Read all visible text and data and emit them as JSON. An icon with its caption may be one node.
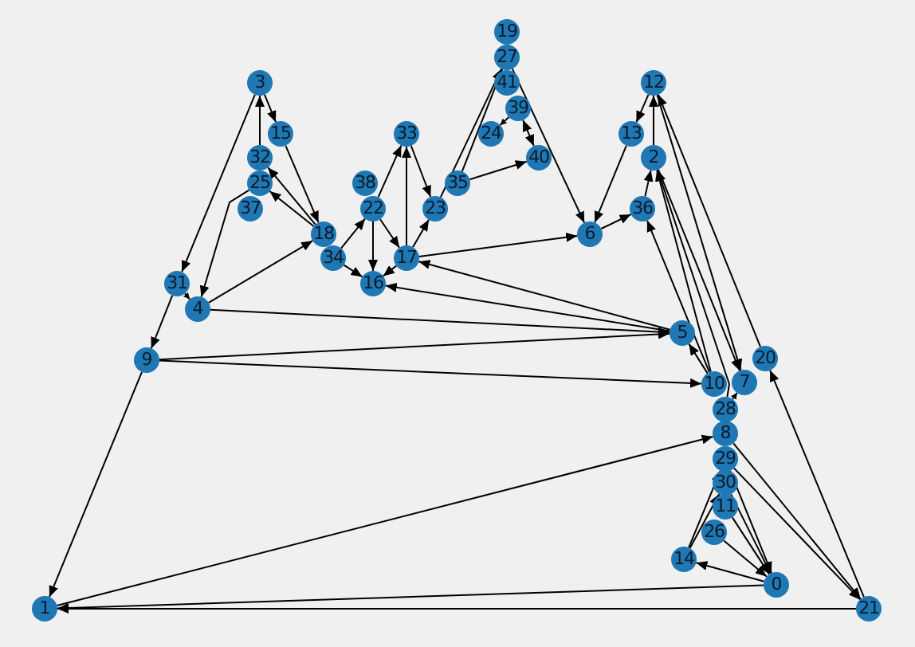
{
  "diagram": {
    "nodes": [
      {
        "text": [
          "0"
        ]
      },
      {
        "text": [
          "1"
        ]
      },
      {
        "text": [
          "2"
        ]
      },
      {
        "text": [
          "3"
        ]
      },
      {
        "text": [
          "4"
        ]
      },
      {
        "text": [
          "5"
        ]
      },
      {
        "text": [
          "6"
        ]
      },
      {
        "text": [
          "7"
        ]
      },
      {
        "text": [
          "8"
        ]
      },
      {
        "text": [
          "9"
        ]
      },
      {
        "text": [
          "10"
        ]
      },
      {
        "text": [
          "11"
        ]
      },
      {
        "text": [
          "12"
        ]
      },
      {
        "text": [
          "13"
        ]
      },
      {
        "text": [
          "14"
        ]
      },
      {
        "text": [
          "15"
        ]
      },
      {
        "text": [
          "16"
        ]
      },
      {
        "text": [
          "17"
        ]
      },
      {
        "text": [
          "18"
        ]
      },
      {
        "text": [
          "19"
        ]
      },
      {
        "text": [
          "20"
        ]
      },
      {
        "text": [
          "21"
        ]
      },
      {
        "text": [
          "22"
        ]
      },
      {
        "text": [
          "23"
        ]
      },
      {
        "text": [
          "24"
        ]
      },
      {
        "text": [
          "25"
        ]
      },
      {
        "text": [
          "26"
        ]
      },
      {
        "text": [
          "27"
        ]
      },
      {
        "text": [
          "28"
        ]
      },
      {
        "text": [
          "29"
        ]
      },
      {
        "text": [
          "30"
        ]
      },
      {
        "text": [
          "31"
        ]
      },
      {
        "text": [
          "32"
        ]
      },
      {
        "text": [
          "33"
        ]
      },
      {
        "text": [
          "34"
        ]
      },
      {
        "text": [
          "35"
        ]
      },
      {
        "text": [
          "36"
        ]
      },
      {
        "text": [
          "37"
        ]
      },
      {
        "text": [
          "38"
        ]
      },
      {
        "text": [
          "39"
        ]
      },
      {
        "text": [
          "40"
        ]
      },
      {
        "text": [
          "41"
        ]
      }
    ],
    "edges": [
      {
        "from": 32,
        "to": 3,
        "arrow": "to"
      },
      {
        "from": 3,
        "to": 15,
        "arrow": "to"
      },
      {
        "from": 15,
        "to": 18,
        "arrow": "to"
      },
      {
        "from": 3,
        "to": 31,
        "arrow": "to"
      },
      {
        "from": 25,
        "to": 4,
        "arrow": "to"
      },
      {
        "from": 18,
        "to": 32,
        "arrow": "to"
      },
      {
        "from": 18,
        "to": 25,
        "arrow": "to"
      },
      {
        "from": 4,
        "to": 18,
        "arrow": "to"
      },
      {
        "from": 31,
        "to": 4,
        "arrow": "to"
      },
      {
        "from": 31,
        "to": 9,
        "arrow": "to"
      },
      {
        "from": 9,
        "to": 1,
        "arrow": "to"
      },
      {
        "from": 34,
        "to": 22,
        "arrow": "to"
      },
      {
        "from": 34,
        "to": 16,
        "arrow": "to"
      },
      {
        "from": 22,
        "to": 16,
        "arrow": "to"
      },
      {
        "from": 22,
        "to": 17,
        "arrow": "to"
      },
      {
        "from": 22,
        "to": 33,
        "arrow": "to"
      },
      {
        "from": 17,
        "to": 33,
        "arrow": "to"
      },
      {
        "from": 33,
        "to": 23,
        "arrow": "to"
      },
      {
        "from": 17,
        "to": 23,
        "arrow": "to"
      },
      {
        "from": 17,
        "to": 16,
        "arrow": "to"
      },
      {
        "from": 5,
        "to": 17,
        "arrow": "to"
      },
      {
        "from": 5,
        "to": 16,
        "arrow": "to"
      },
      {
        "from": 17,
        "to": 6,
        "arrow": "to"
      },
      {
        "from": 4,
        "to": 5,
        "arrow": "to"
      },
      {
        "from": 9,
        "to": 5,
        "arrow": "to"
      },
      {
        "from": 9,
        "to": 10,
        "arrow": "to"
      },
      {
        "from": 23,
        "to": 27,
        "arrow": "to"
      },
      {
        "from": 35,
        "to": 27,
        "arrow": "to"
      },
      {
        "from": 39,
        "to": 24,
        "arrow": "to"
      },
      {
        "from": 39,
        "to": 40,
        "arrow": "both"
      },
      {
        "from": 35,
        "to": 40,
        "arrow": "to"
      },
      {
        "from": 27,
        "to": 6,
        "arrow": "to"
      },
      {
        "from": 13,
        "to": 6,
        "arrow": "to"
      },
      {
        "from": 6,
        "to": 36,
        "arrow": "to"
      },
      {
        "from": 12,
        "to": 13,
        "arrow": "to"
      },
      {
        "from": 2,
        "to": 12,
        "arrow": "to"
      },
      {
        "from": 36,
        "to": 2,
        "arrow": "to"
      },
      {
        "from": 10,
        "to": 36,
        "arrow": "to"
      },
      {
        "from": 10,
        "to": 2,
        "arrow": "to"
      },
      {
        "from": 28,
        "to": 2,
        "arrow": "to"
      },
      {
        "from": 2,
        "to": 7,
        "arrow": "to"
      },
      {
        "from": 12,
        "to": 7,
        "arrow": "to"
      },
      {
        "from": 20,
        "to": 12,
        "arrow": "to"
      },
      {
        "from": 28,
        "to": 7,
        "arrow": "to"
      },
      {
        "from": 21,
        "to": 20,
        "arrow": "to"
      },
      {
        "from": 8,
        "to": 21,
        "arrow": "to"
      },
      {
        "from": 29,
        "to": 21,
        "arrow": "to"
      },
      {
        "from": 14,
        "to": 29,
        "arrow": "to"
      },
      {
        "from": 14,
        "to": 30,
        "arrow": "to"
      },
      {
        "from": 0,
        "to": 14,
        "arrow": "to"
      },
      {
        "from": 26,
        "to": 0,
        "arrow": "to"
      },
      {
        "from": 11,
        "to": 0,
        "arrow": "to"
      },
      {
        "from": 30,
        "to": 0,
        "arrow": "to"
      },
      {
        "from": 29,
        "to": 0,
        "arrow": "to"
      },
      {
        "from": 0,
        "to": 1,
        "arrow": "to"
      },
      {
        "from": 21,
        "to": 1,
        "arrow": "to"
      },
      {
        "from": 1,
        "to": 8,
        "arrow": "to"
      },
      {
        "from": 10,
        "to": 5,
        "arrow": "to"
      }
    ]
  }
}
